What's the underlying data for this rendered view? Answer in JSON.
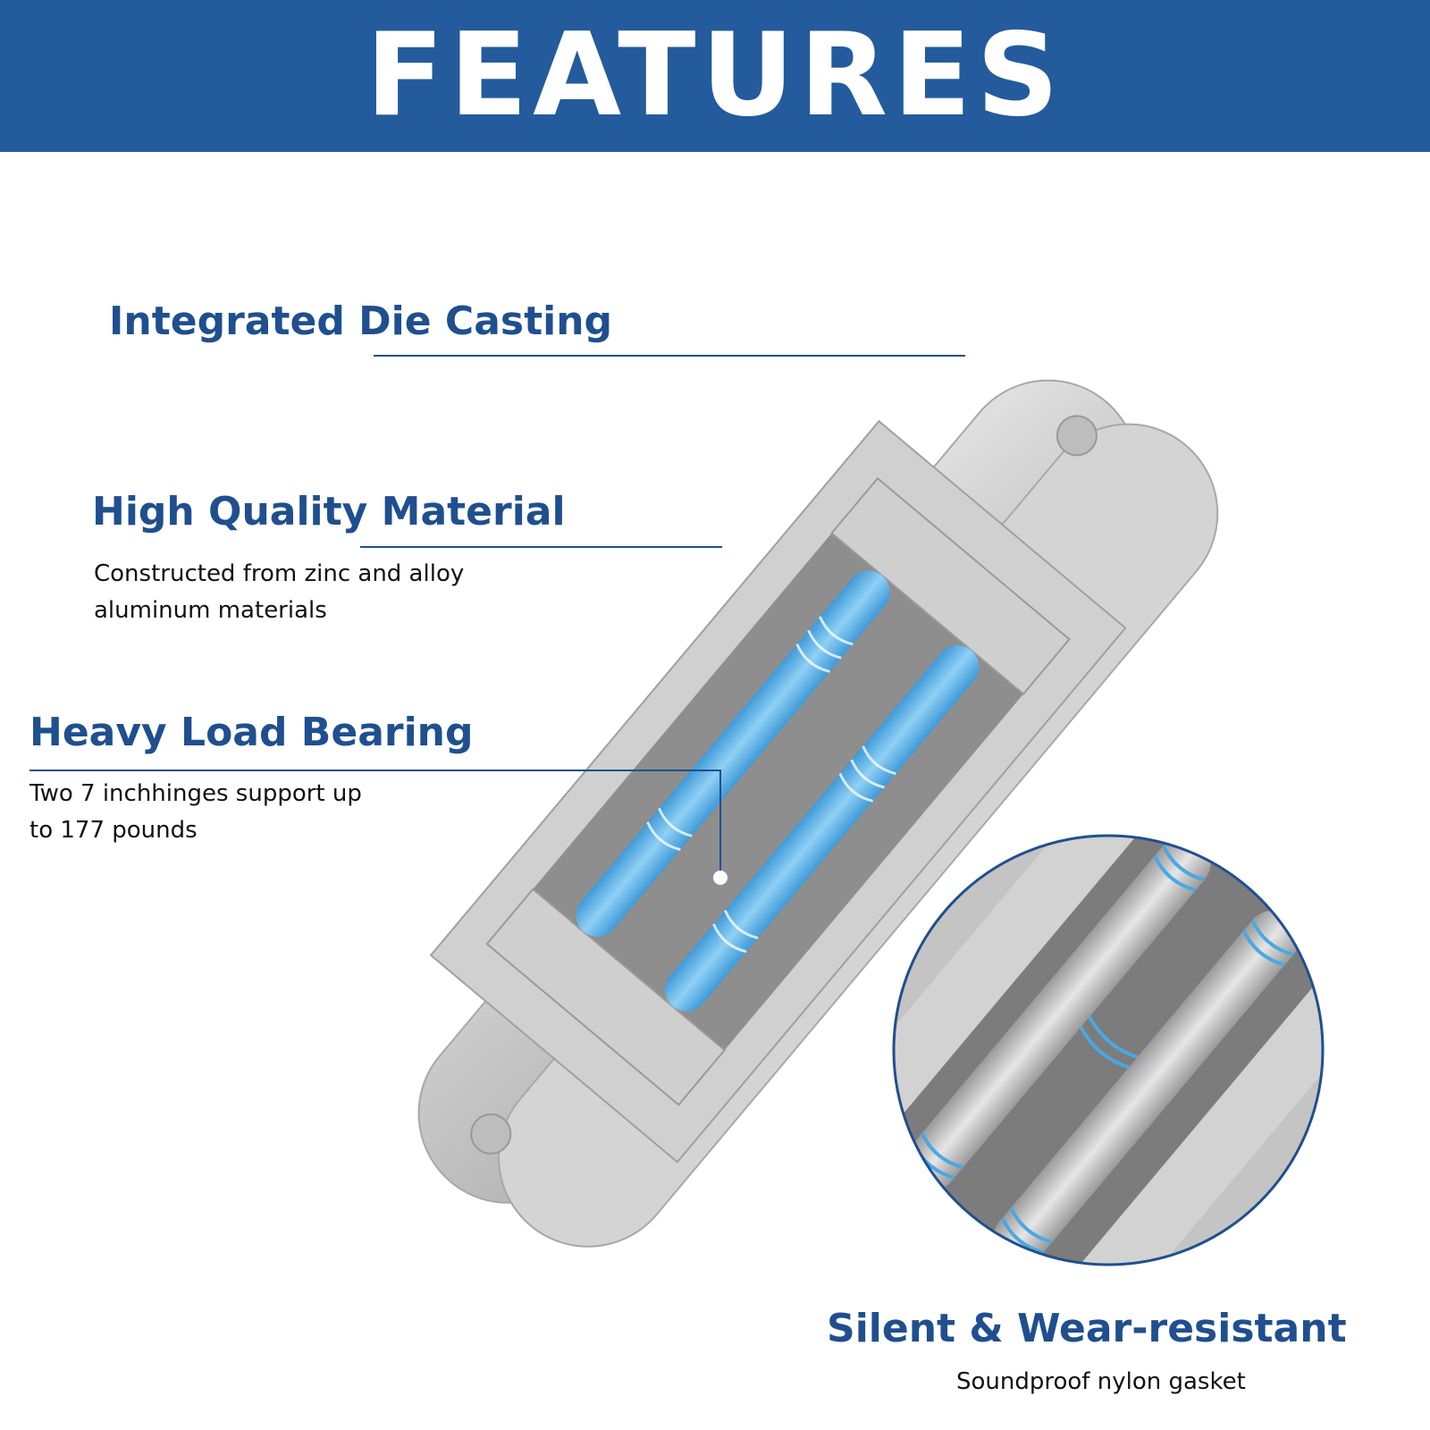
{
  "header": {
    "title": "FEATURES"
  },
  "features": [
    {
      "title": "Integrated Die Casting"
    },
    {
      "title": "High Quality Material",
      "description": "Constructed from zinc and alloy\naluminum materials"
    },
    {
      "title": "Heavy Load Bearing",
      "description": "Two 7 inchhinges support up\nto 177 pounds"
    },
    {
      "title": "Silent & Wear-resistant",
      "description": "Soundproof nylon gasket"
    }
  ],
  "colors": {
    "brand_blue": "#235b9c",
    "title_blue": "#1f4f8f",
    "metal": "#c9c9c9",
    "spring_blue": "#5fb3e6"
  }
}
